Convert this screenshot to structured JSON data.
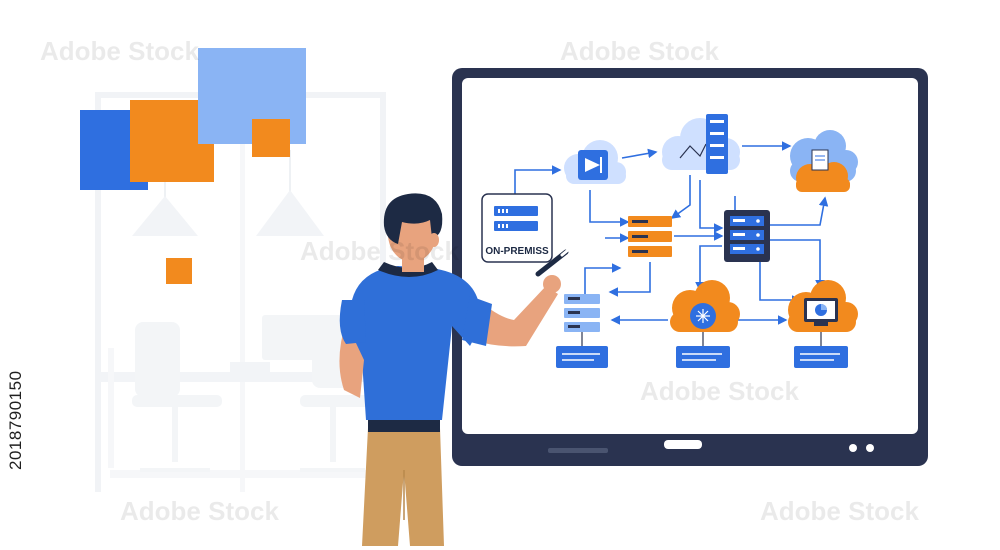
{
  "whiteboard": {
    "on_prem_label": "ON-PREMISS"
  },
  "stock_id": "2018790150",
  "watermark": "Adobe Stock",
  "colors": {
    "accent_blue": "#2f6fe0",
    "orange": "#f28a1e",
    "navy": "#1d2a44",
    "shirt_blue": "#2f6fd8",
    "pants_khaki": "#cf9d5f"
  },
  "icons": [
    "router-cloud-icon",
    "server-cloud-icon",
    "storage-cloud-icon",
    "server-rack-icon",
    "network-cloud-icon",
    "analytics-cloud-icon"
  ]
}
